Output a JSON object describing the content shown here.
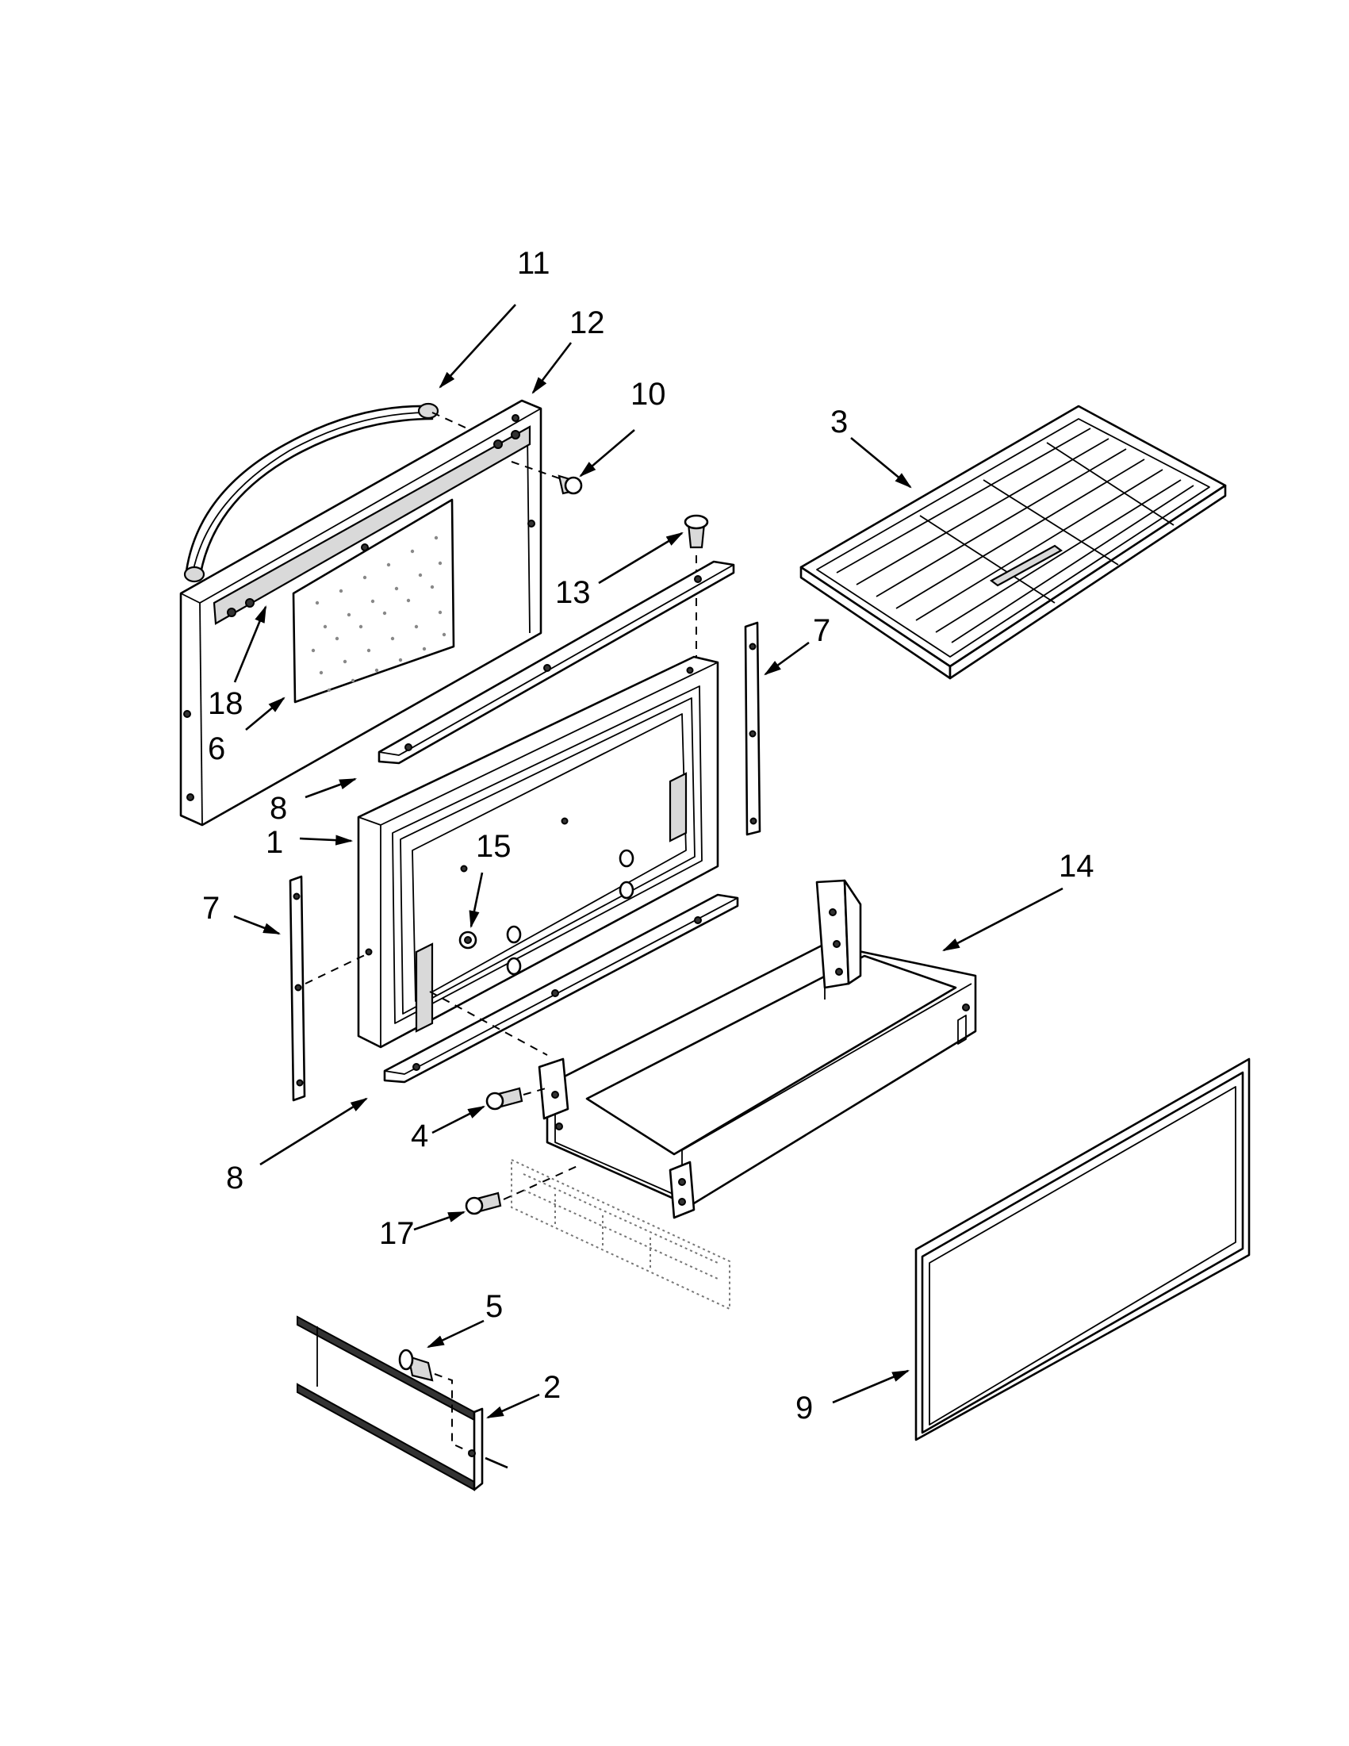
{
  "callouts": {
    "c1": "1",
    "c2": "2",
    "c3": "3",
    "c4": "4",
    "c5": "5",
    "c6": "6",
    "c7a": "7",
    "c7b": "7",
    "c8a": "8",
    "c8b": "8",
    "c9": "9",
    "c10": "10",
    "c11": "11",
    "c12": "12",
    "c13": "13",
    "c14": "14",
    "c15": "15",
    "c17": "17",
    "c18": "18"
  }
}
